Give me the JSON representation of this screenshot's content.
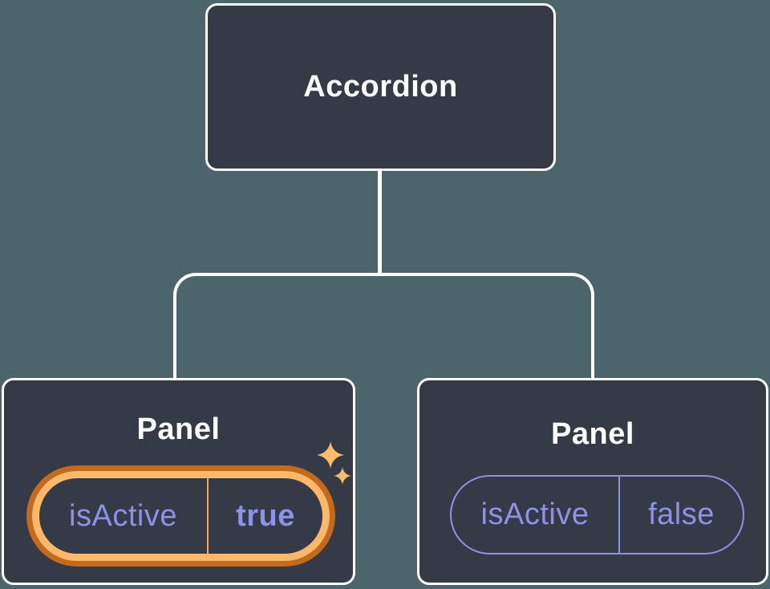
{
  "diagram": {
    "description": "component-tree-state-diagram",
    "tree": {
      "root": {
        "label": "Accordion"
      },
      "children": [
        {
          "label": "Panel",
          "prop_name": "isActive",
          "prop_value": "true",
          "state": "active",
          "highlighted": true
        },
        {
          "label": "Panel",
          "prop_name": "isActive",
          "prop_value": "false",
          "state": "inactive",
          "highlighted": false
        }
      ]
    },
    "icons": {
      "sparkle": "four-point-star"
    },
    "colors": {
      "background": "#4C656D",
      "node_fill": "#343A46",
      "node_border": "#FFFFFF",
      "connector": "#FFFFFF",
      "title_text": "#FFFFFF",
      "prop_text": "#8B93E8",
      "inactive_pill_border": "#8B93E8",
      "active_ring_outer": "#C5691B",
      "active_ring_inner": "#FCB869",
      "active_divider": "#F2A65A",
      "sparkle": "#FBBC66"
    }
  }
}
